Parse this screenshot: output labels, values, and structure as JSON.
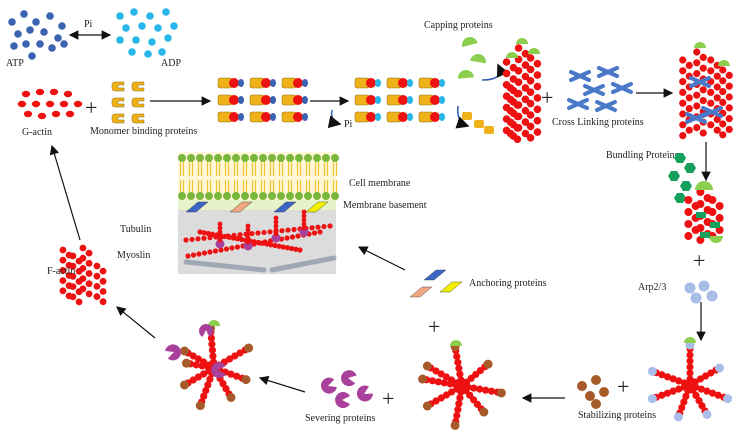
{
  "labels": {
    "atp": "ATP",
    "pi_top": "Pi",
    "adp": "ADP",
    "g_actin": "G-actin",
    "monomer_binding": "Monomer binding proteins",
    "pi_release": "Pi",
    "capping": "Capping proteins",
    "cross_linking": "Cross Linking proteins",
    "bundling": "Bundling Proteins",
    "arp": "Arp2/3",
    "stabilizing": "Stabilizing proteins",
    "severing": "Severing proteins",
    "anchoring": "Anchoring proteins",
    "f_actin": "F-actin",
    "cell_membrane": "Cell membrane",
    "membrane_basement": "Membrane basement",
    "tubulin": "Tubulin",
    "myosin": "Myoslin"
  },
  "colors": {
    "actin": "#ee1111",
    "atp": "#3a62b0",
    "adp": "#29b6e8",
    "monomer_binding": "#f0b21a",
    "capping": "#8ccf4e",
    "cross_link": "#4a78c8",
    "bundling": "#14a05a",
    "arp": "#a8bde8",
    "stabilizing": "#a65a2a",
    "severing": "#a8409c",
    "anchor_blue": "#3c64c4",
    "anchor_orange": "#f0a882",
    "anchor_yellow": "#f2f000",
    "membrane_head": "#78b63c",
    "membrane_tail": "#f2c431"
  }
}
